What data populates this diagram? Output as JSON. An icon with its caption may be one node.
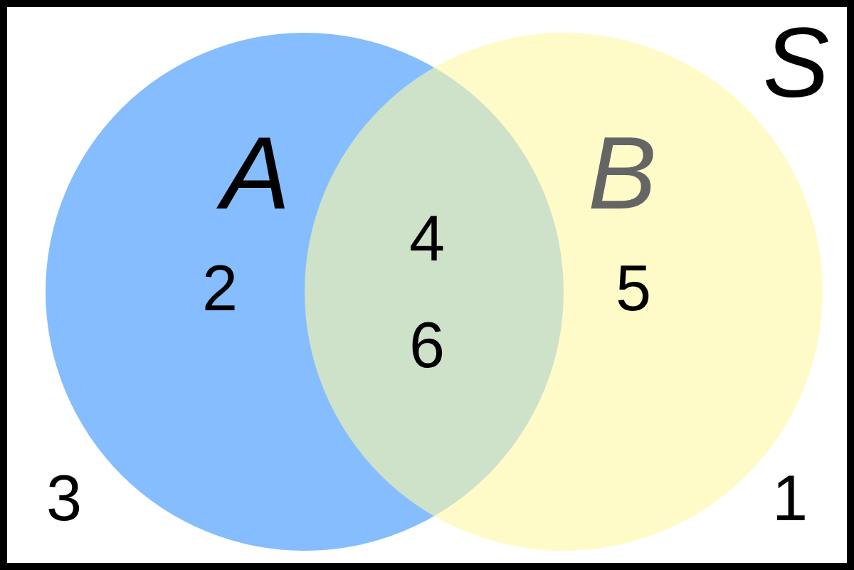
{
  "diagram": {
    "nodes": [
      {
        "text": [
          "S"
        ]
      },
      {
        "text": [
          "A"
        ],
        "in": 0
      },
      {
        "text": [
          "B"
        ],
        "in": 0
      }
    ],
    "labels": [
      "4",
      "2",
      "5",
      "6",
      "3",
      "1"
    ]
  }
}
